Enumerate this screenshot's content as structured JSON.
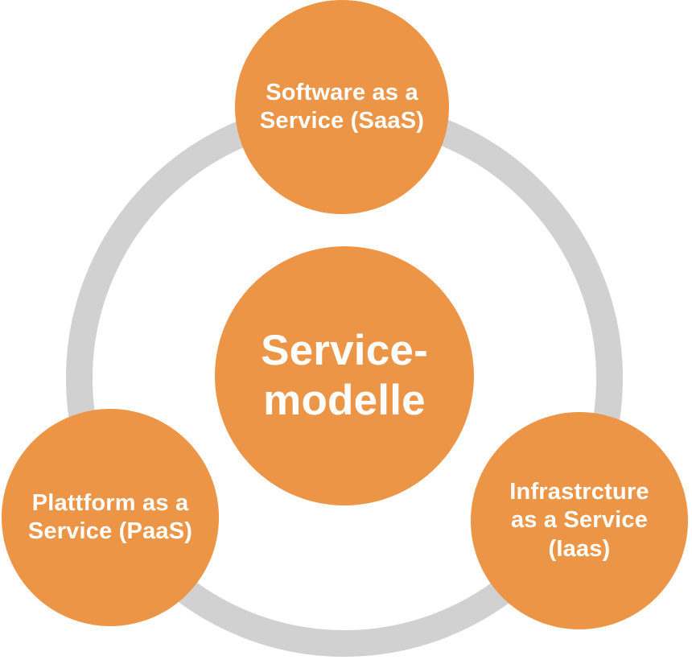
{
  "colors": {
    "circle_fill": "#ED9546",
    "ring_stroke": "#D1D1D1",
    "label_text": "#FFFFFF",
    "background": "#FFFFFF"
  },
  "diagram": {
    "type": "hub-and-spoke cycle diagram",
    "center": {
      "id": "service-modelle",
      "lines": [
        "Service-",
        "modelle"
      ]
    },
    "satellites": [
      {
        "id": "saas",
        "position": "top",
        "lines": [
          "Software as a",
          "Service (SaaS)"
        ]
      },
      {
        "id": "paas",
        "position": "bottom-left",
        "lines": [
          "Plattform as a",
          "Service (PaaS)"
        ]
      },
      {
        "id": "iaas",
        "position": "bottom-right",
        "lines": [
          "Infrastrcture",
          "as a Service",
          "(Iaas)"
        ]
      }
    ]
  }
}
